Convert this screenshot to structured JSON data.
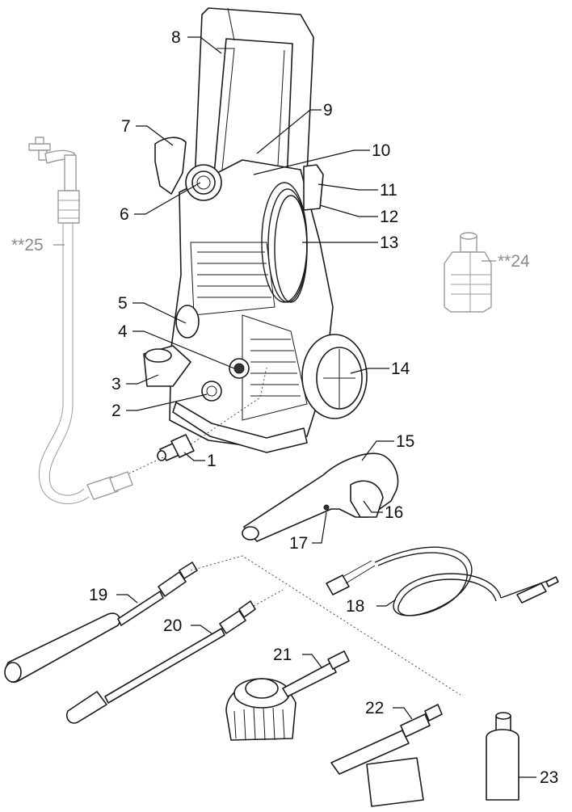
{
  "diagram": {
    "title": "Pressure washer exploded parts view",
    "callouts": [
      {
        "id": "1",
        "text": "1",
        "part": "water-inlet-connector"
      },
      {
        "id": "2",
        "text": "2",
        "part": "water-connection"
      },
      {
        "id": "3",
        "text": "3",
        "part": "spray-lance-holder"
      },
      {
        "id": "4",
        "text": "4",
        "part": "high-pressure-outlet"
      },
      {
        "id": "5",
        "text": "5",
        "part": "power-switch"
      },
      {
        "id": "6",
        "text": "6",
        "part": "hose-reel-crank-connector"
      },
      {
        "id": "7",
        "text": "7",
        "part": "trigger-gun-holder"
      },
      {
        "id": "8",
        "text": "8",
        "part": "push-handle"
      },
      {
        "id": "9",
        "text": "9",
        "part": "accessory-storage"
      },
      {
        "id": "10",
        "text": "10",
        "part": "handle-release"
      },
      {
        "id": "11",
        "text": "11",
        "part": "cable-hook"
      },
      {
        "id": "12",
        "text": "12",
        "part": "hose-guide"
      },
      {
        "id": "13",
        "text": "13",
        "part": "power-cable"
      },
      {
        "id": "14",
        "text": "14",
        "part": "wheel"
      },
      {
        "id": "15",
        "text": "15",
        "part": "trigger-gun"
      },
      {
        "id": "16",
        "text": "16",
        "part": "trigger"
      },
      {
        "id": "17",
        "text": "17",
        "part": "hose-release-button"
      },
      {
        "id": "18",
        "text": "18",
        "part": "high-pressure-hose"
      },
      {
        "id": "19",
        "text": "19",
        "part": "vario-power-spray-lance"
      },
      {
        "id": "20",
        "text": "20",
        "part": "dirt-blaster"
      },
      {
        "id": "21",
        "text": "21",
        "part": "rotary-wash-brush"
      },
      {
        "id": "22",
        "text": "22",
        "part": "foam-nozzle"
      },
      {
        "id": "23",
        "text": "23",
        "part": "detergent-bottle"
      },
      {
        "id": "24",
        "text": "**24",
        "part": "detergent-bottle-optional",
        "optional": true
      },
      {
        "id": "25",
        "text": "**25",
        "part": "garden-hose-optional",
        "optional": true
      }
    ],
    "colors": {
      "line": "#1a1a1a",
      "optional_grey": "#8a8a8a",
      "background": "#ffffff"
    }
  }
}
